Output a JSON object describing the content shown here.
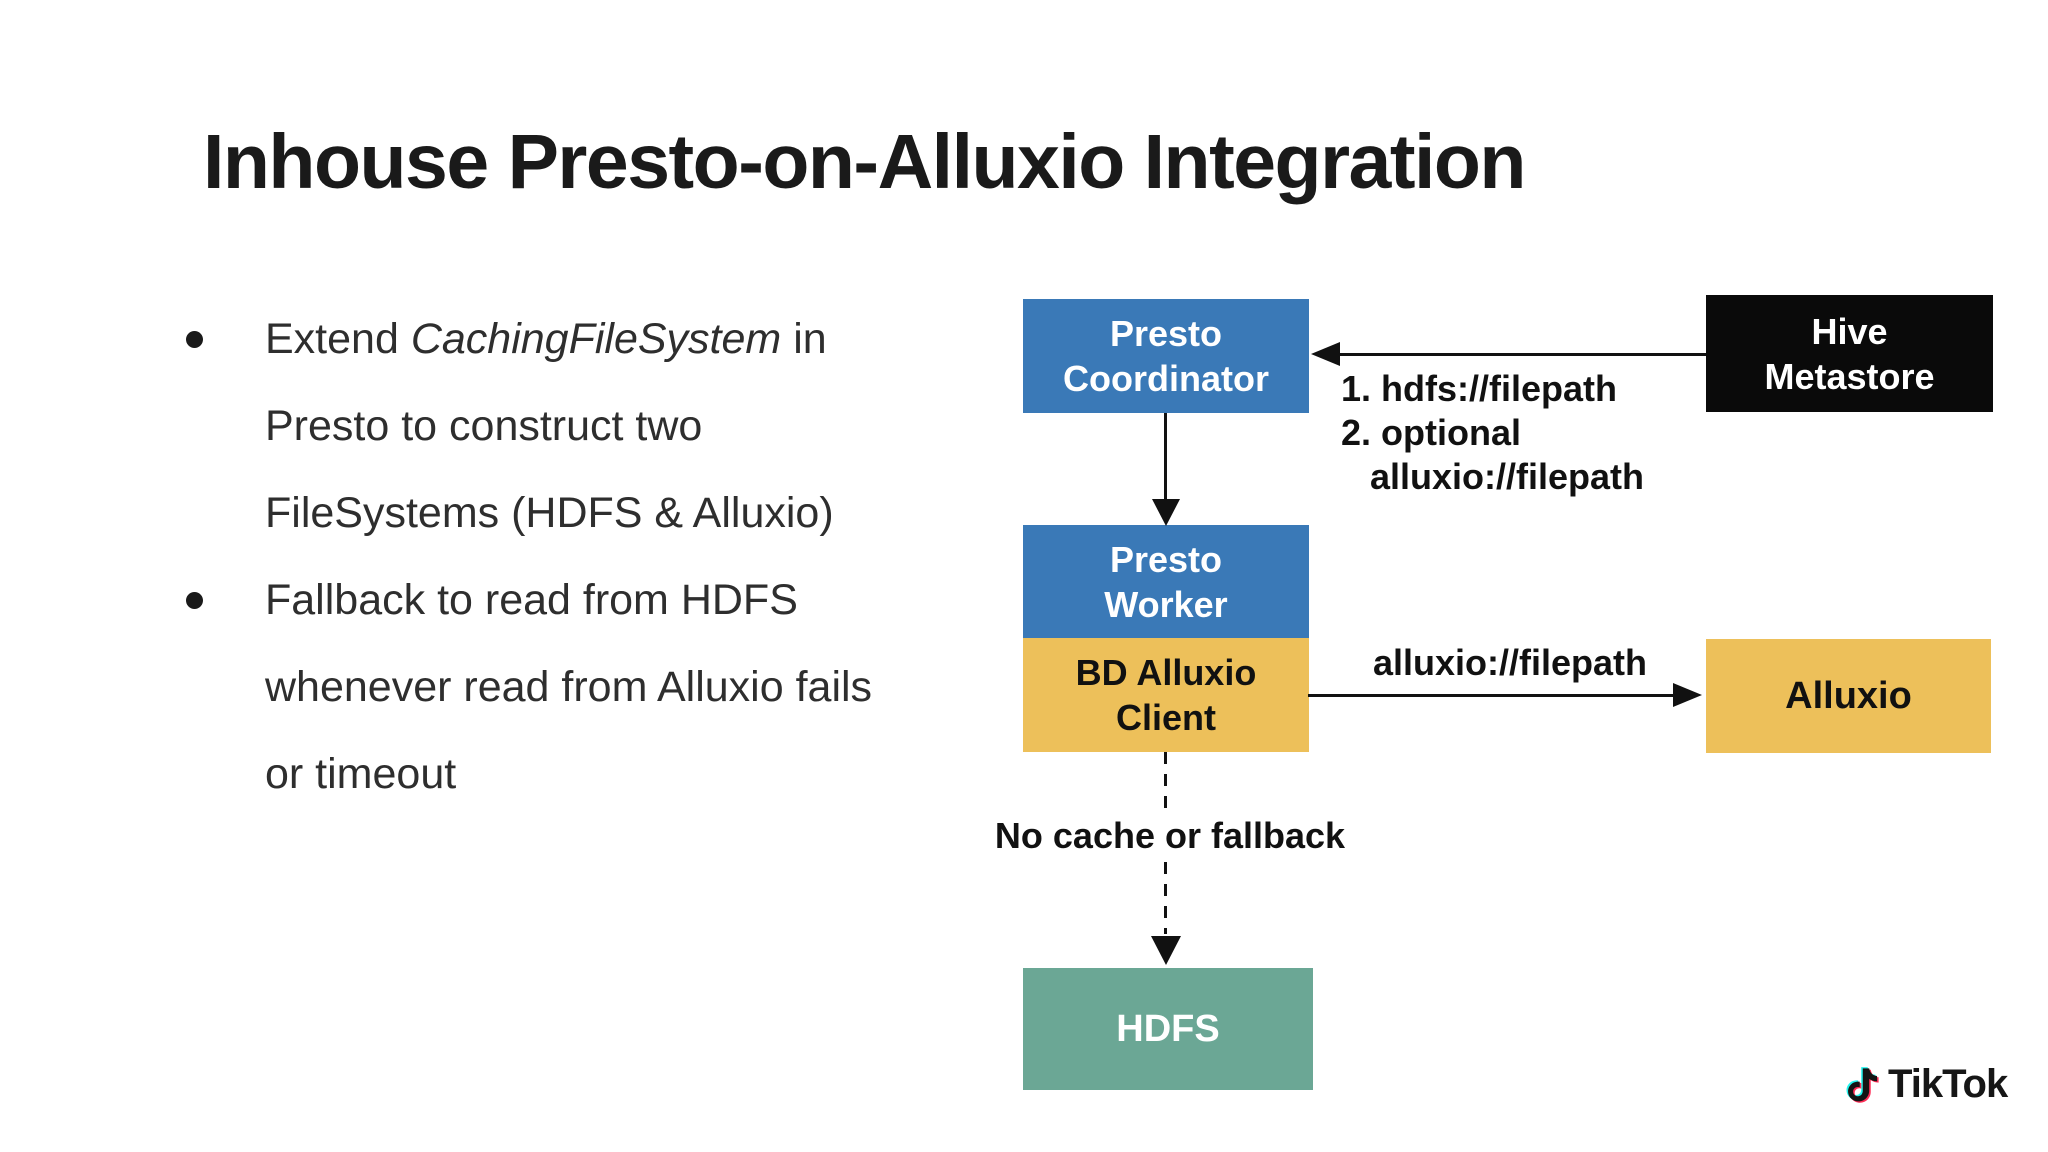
{
  "colors": {
    "blue": "#3A79B7",
    "yellow": "#EDC05A",
    "teal": "#6BA795",
    "black_box": "#0A0A0A",
    "page_bg": "#FFFFFF",
    "brand_cyan": "#25F4EE",
    "brand_red": "#FE2C55"
  },
  "title": "Inhouse Presto-on-Alluxio Integration",
  "bullets": {
    "b1_line1_pre": "Extend ",
    "b1_line1_italic": "CachingFileSystem",
    "b1_line1_post": " in",
    "b1_line2": "Presto to construct two",
    "b1_line3": "FileSystems (HDFS & Alluxio)",
    "b2_line1": "Fallback to read from HDFS",
    "b2_line2": "whenever read from Alluxio fails",
    "b2_line3": "or timeout"
  },
  "diagram": {
    "presto_coordinator": {
      "line1": "Presto",
      "line2": "Coordinator"
    },
    "hive_metastore": {
      "line1": "Hive",
      "line2": "Metastore"
    },
    "presto_worker": {
      "line1": "Presto",
      "line2": "Worker"
    },
    "bd_alluxio_client": {
      "line1": "BD Alluxio",
      "line2": "Client"
    },
    "alluxio": {
      "label": "Alluxio"
    },
    "hdfs": {
      "label": "HDFS"
    },
    "edge_hive_to_coordinator": {
      "label1": "1. hdfs://filepath",
      "label2": "2. optional",
      "label3": "alluxio://filepath"
    },
    "edge_client_to_alluxio": {
      "label": "alluxio://filepath"
    },
    "edge_client_to_hdfs": {
      "label": "No cache or fallback"
    }
  },
  "footer": {
    "brand": "TikTok"
  }
}
